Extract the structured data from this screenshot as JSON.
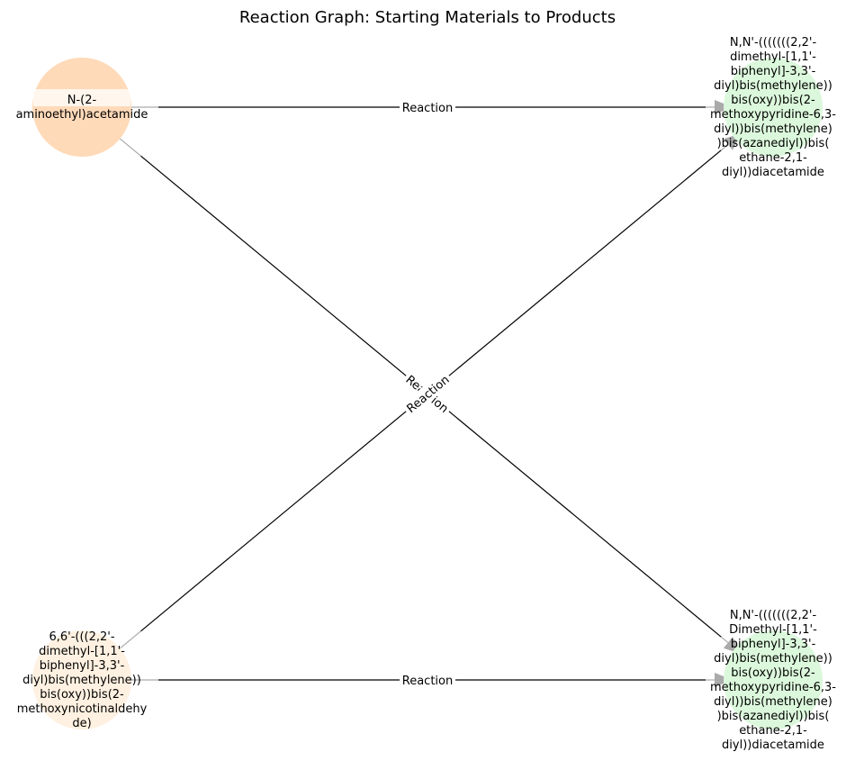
{
  "title": "Reaction Graph: Starting Materials to Products",
  "colors": {
    "start_a": "#ffdab9",
    "start_b": "#fff1e1",
    "product": "#dcf8dc",
    "edge_line": "#000000",
    "arrow_head": "#aaaaaa",
    "label_bg": "#ffffff"
  },
  "nodes": {
    "start_a": {
      "lines": [
        "N-(2-",
        "aminoethyl)acetamide"
      ]
    },
    "start_b": {
      "lines": [
        "6,6'-(((2,2'-",
        "dimethyl-[1,1'-",
        "biphenyl]-3,3'-",
        "diyl)bis(methylene))",
        "bis(oxy))bis(2-",
        "methoxynicotinaldehy",
        "de)"
      ]
    },
    "product_a": {
      "lines": [
        "N,N'-(((((((2,2'-",
        "dimethyl-[1,1'-",
        "biphenyl]-3,3'-",
        "diyl)bis(methylene))",
        "bis(oxy))bis(2-",
        "methoxypyridine-6,3-",
        "diyl))bis(methylene)",
        ")bis(azanediyl))bis(",
        "ethane-2,1-",
        "diyl))diacetamide"
      ]
    },
    "product_b": {
      "lines": [
        "N,N'-(((((((2,2'-",
        "Dimethyl-[1,1'-",
        "biphenyl]-3,3'-",
        "diyl)bis(methylene))",
        "bis(oxy))bis(2-",
        "methoxypyridine-6,3-",
        "diyl))bis(methylene)",
        ")bis(azanediyl))bis(",
        "ethane-2,1-",
        "diyl))diacetamide"
      ]
    }
  },
  "edges": [
    {
      "from": "start_a",
      "to": "product_a",
      "label": "Reaction"
    },
    {
      "from": "start_a",
      "to": "product_b",
      "label": "Reaction"
    },
    {
      "from": "start_b",
      "to": "product_a",
      "label": "Reaction"
    },
    {
      "from": "start_b",
      "to": "product_b",
      "label": "Reaction"
    }
  ]
}
